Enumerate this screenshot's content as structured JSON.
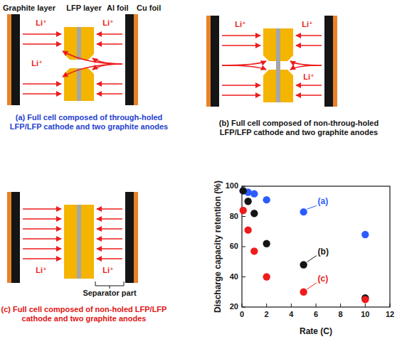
{
  "diagram": {
    "labels": [
      "Graphite layer",
      "LFP layer",
      "Al foil",
      "Cu foil",
      "Li⁺",
      "Li⁺",
      "Li⁺",
      "(a) Full cell composed of through-holed LFP/LFP cathode and two graphite anodes",
      "Li⁺",
      "Li⁺",
      "Li⁺",
      "(b) Full cell composed of non-throug-holed LFP/LFP cathode and two graphite anodes",
      "Separator part",
      "Li⁺",
      "Li⁺",
      "(c) Full cell composed of non-holed LFP/LFP cathode and two graphite anodes",
      "Discharge capacity retention (%)",
      "Rate (C)",
      "100",
      "80",
      "60",
      "40",
      "20",
      "0",
      "2",
      "4",
      "6",
      "8",
      "10",
      "12",
      "(a)",
      "(b)",
      "(c)"
    ]
  }
}
